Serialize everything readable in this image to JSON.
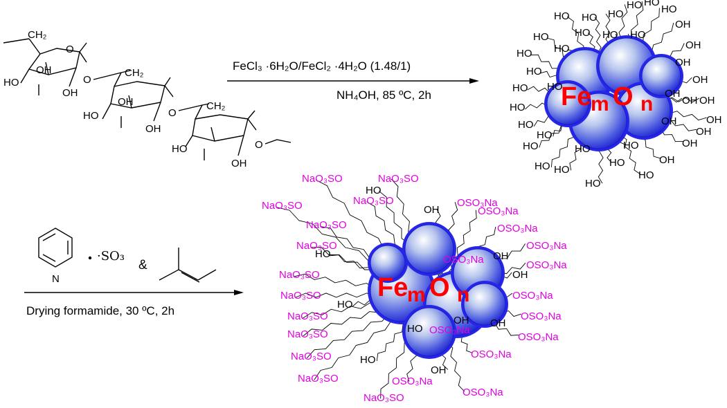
{
  "step1": {
    "reagent_line": "FeCl₃ ·6H₂O/FeCl₂ ·4H₂O (1.48/1)",
    "condition_line": "NH₄OH, 85 ºC, 2h"
  },
  "step2": {
    "reagent_suffix": "·SO₃",
    "ampersand": "&",
    "condition_line": "Drying formamide, 30 ºC, 2h"
  },
  "dextran": {
    "ring1_labels": [
      "CH₂",
      "O",
      "OH",
      "HO",
      "OH",
      "O"
    ],
    "ring2_labels": [
      "CH₂",
      "OH",
      "HO",
      "OH",
      "O"
    ],
    "ring3_labels": [
      "CH₂",
      "HO",
      "OH",
      "O"
    ]
  },
  "pyridine": {
    "n_label": "N"
  },
  "product1": {
    "core_label": "FemOn",
    "ligand": "HO",
    "ligand_right": "OH"
  },
  "product2": {
    "core_label": "FemOn",
    "sulfate_left": "NaO₃SO",
    "sulfate_right": "OSO₃Na",
    "hydroxyl_left": "HO",
    "hydroxyl_right": "OH"
  },
  "colors": {
    "sphere_blue": "#2a2af0",
    "sulfate_magenta": "#e000e0",
    "core_red": "#ff0000"
  }
}
